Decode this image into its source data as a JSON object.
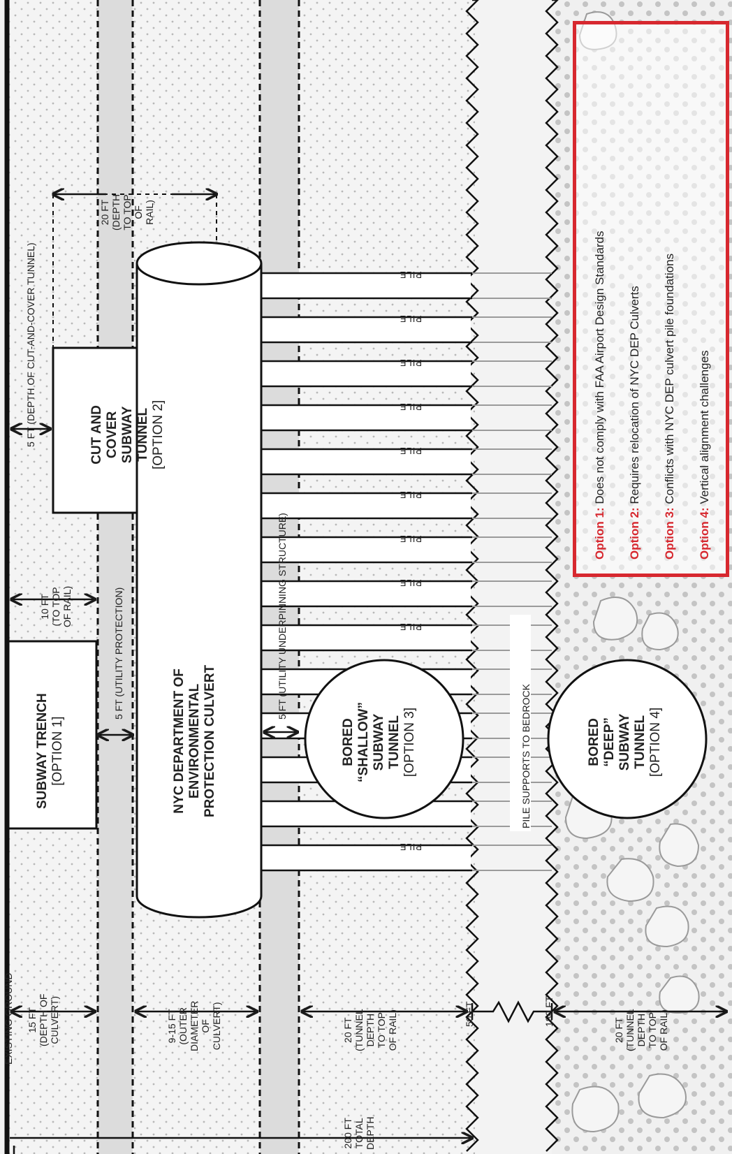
{
  "labels": {
    "existing_ground": "EXISTING GROUND",
    "depth_culvert": [
      "15 FT",
      "(DEPTH OF",
      "CULVERT)"
    ],
    "outer_diameter": [
      "9-15 FT",
      "(OUTER",
      "DIAMETER",
      "OF",
      "CULVERT)"
    ],
    "tunnel_depth_shallow": [
      "20 FT",
      "(TUNNEL",
      "DEPTH",
      "TO TOP",
      "OF RAIL)"
    ],
    "tunnel_depth_deep": [
      "20 FT",
      "(TUNNEL",
      "DEPTH",
      "TO TOP",
      "OF RAIL)"
    ],
    "total_depth": [
      "200 FT",
      "TOTAL",
      "DEPTH"
    ],
    "depth_50": "50 FT",
    "depth_180": "180 FT",
    "to_top_of_rail_10": [
      "10 FT",
      "(TO TOP",
      "OF RAIL)"
    ],
    "depth_to_top_20": [
      "20 FT",
      "(DEPTH",
      "TO TOP",
      "OF",
      "RAIL)"
    ],
    "utility_protection": "5 FT (UTILITY PROTECTION)",
    "cut_cover_depth": "5 FT (DEPTH OF CUT-AND-COVER TUNNEL)",
    "utility_underpinning": "5 FT (UTILITY UNDERPINNING STRUCTURE)",
    "five_ft": "5 FT",
    "pile": "PILE",
    "pile_supports": "PILE SUPPORTS TO BEDROCK"
  },
  "structures": {
    "subway_trench": [
      "SUBWAY TRENCH",
      "[OPTION 1]"
    ],
    "cut_cover": [
      "CUT AND",
      "COVER",
      "SUBWAY",
      "TUNNEL",
      "[OPTION 2]"
    ],
    "culvert": [
      "NYC DEPARTMENT OF",
      "ENVIRONMENTAL",
      "PROTECTION CULVERT"
    ],
    "bored_shallow": [
      "BORED",
      "“SHALLOW”",
      "SUBWAY",
      "TUNNEL",
      "[OPTION 3]"
    ],
    "bored_deep": [
      "BORED",
      "“DEEP”",
      "SUBWAY",
      "TUNNEL",
      "[OPTION 4]"
    ]
  },
  "legend": {
    "items": [
      {
        "key": "Option 1:",
        "text": " Does not comply with FAA Airport Design Standards"
      },
      {
        "key": "Option 2:",
        "text": " Requires relocation of NYC DEP Culverts"
      },
      {
        "key": "Option 3:",
        "text": " Conflicts with NYC DEP culvert pile foundations"
      },
      {
        "key": "Option 4:",
        "text": " Vertical alignment challenges"
      }
    ]
  },
  "colors": {
    "accent": "#d7282f",
    "ink": "#1a1a1a",
    "band": "#dcdcdc"
  }
}
